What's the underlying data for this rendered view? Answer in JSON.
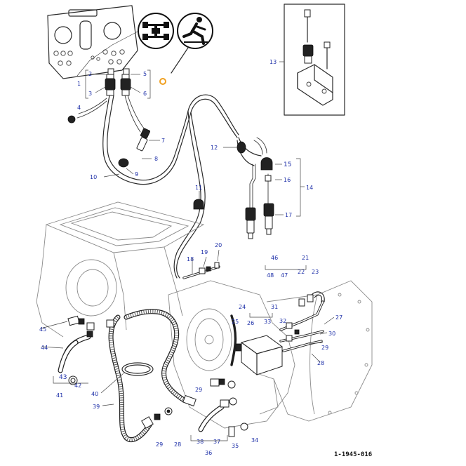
{
  "diagram": {
    "catalog_number": "1-1945-016",
    "part_labels": {
      "p1": "1",
      "p2": "2",
      "p3": "3",
      "p4": "4",
      "p5": "5",
      "p6": "6",
      "p7": "7",
      "p8": "8",
      "p9": "9",
      "p10": "10",
      "p11": "11",
      "p12": "12",
      "p13": "13",
      "p14": "14",
      "p15": "15",
      "p16": "16",
      "p17": "17",
      "p18": "18",
      "p19": "19",
      "p20": "20",
      "p21": "21",
      "p22": "22",
      "p23": "23",
      "p24": "24",
      "p25": "25",
      "p26": "26",
      "p27": "27",
      "p28a": "28",
      "p28b": "28",
      "p29a": "29",
      "p29b": "29",
      "p29c": "29",
      "p30": "30",
      "p31": "31",
      "p32": "32",
      "p33": "33",
      "p34": "34",
      "p35": "35",
      "p36": "36",
      "p37": "37",
      "p38": "38",
      "p39": "39",
      "p40": "40",
      "p41": "41",
      "p42": "42",
      "p43": "43",
      "p44": "44",
      "p45": "45",
      "p46": "46",
      "p47": "47",
      "p48": "48"
    },
    "icons": [
      "instrument-panel-icon",
      "differential-lock-icon",
      "operator-seat-icon",
      "ring-callout-icon"
    ],
    "accent_colors": {
      "label": "#1d2fa8",
      "ring": "#f0a020",
      "line": "#2a2a2a"
    }
  }
}
